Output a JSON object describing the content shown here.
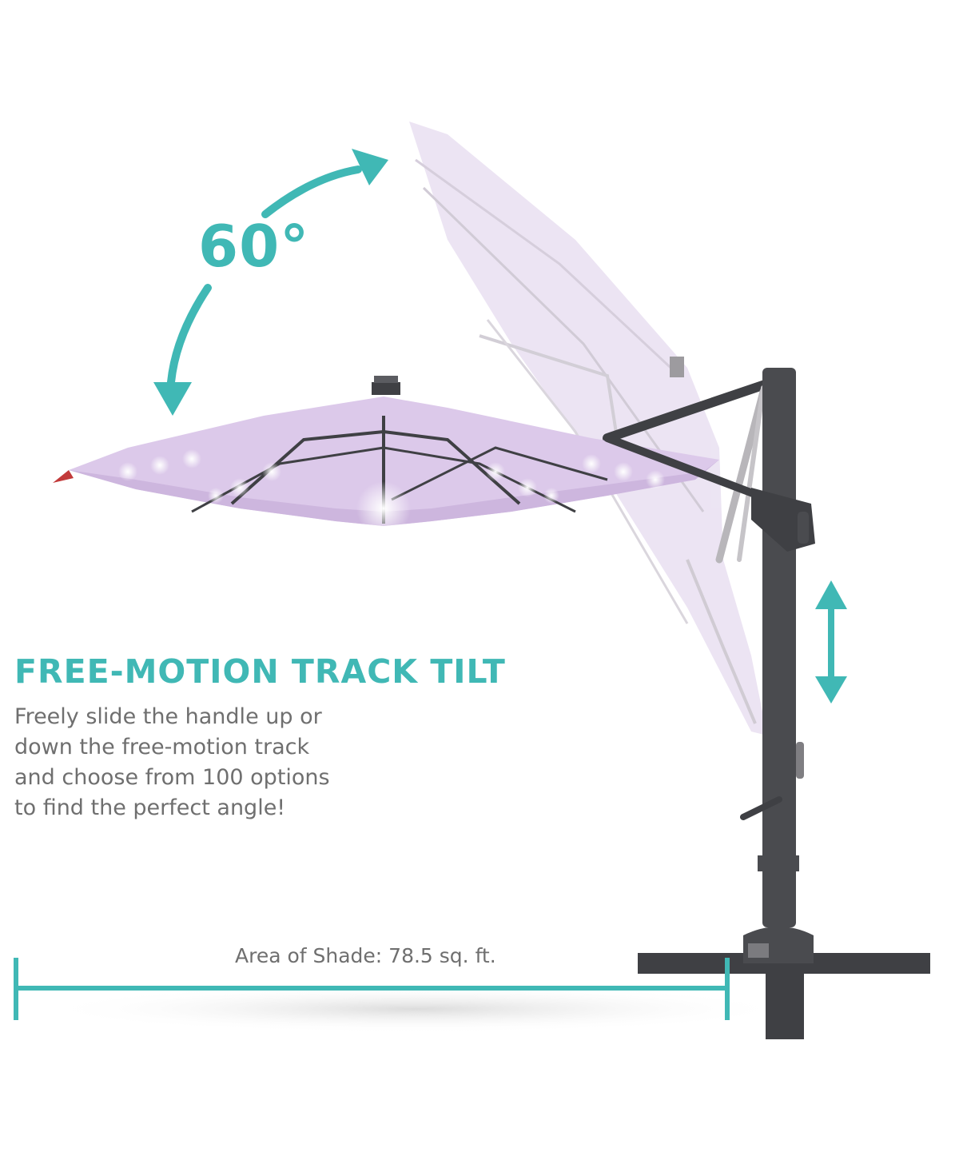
{
  "tilt": {
    "angle_label": "60°",
    "headline": "FREE-MOTION TRACK TILT",
    "description_lines": [
      "Freely slide the handle up or",
      "down the free-motion track",
      "and choose from 100 options",
      "to find the perfect angle!"
    ]
  },
  "shade": {
    "label": "Area of Shade: 78.5 sq. ft."
  },
  "colors": {
    "accent": "#40b8b5",
    "canopy": "#dcc9ea",
    "canopy_faded": "#e9e0f1",
    "frame": "#4a4b4f",
    "text": "#6f6f6f"
  }
}
